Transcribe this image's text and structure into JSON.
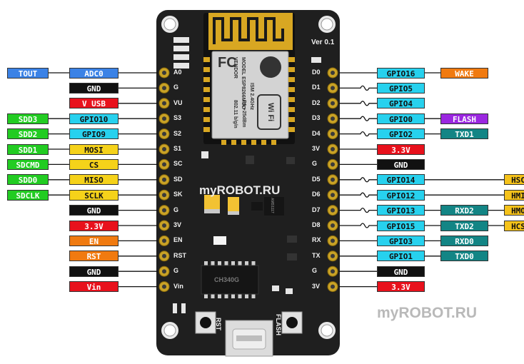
{
  "board": {
    "version": "Ver 0.1",
    "module_text_1": "MODEL ESP8266MOD",
    "module_text_2": "VENDOR",
    "module_text_3": "ISM 2.4GHz",
    "module_text_4": "PA +25dBm",
    "module_text_5": "802.11 b/g/n",
    "wifi_logo": "Wi Fi",
    "fc_logo": "FC",
    "chip_text": "CH340G",
    "regulator_text": "AMS1117",
    "rst_label": "RST",
    "flash_label": "FLASH"
  },
  "brand_on_board": "myROBOT.RU",
  "brand_bottom": "myROBOT.RU",
  "left_pins": [
    "A0",
    "G",
    "VU",
    "S3",
    "S2",
    "S1",
    "SC",
    "SD",
    "SK",
    "G",
    "3V",
    "EN",
    "RST",
    "G",
    "Vin"
  ],
  "right_pins": [
    "D0",
    "D1",
    "D2",
    "D3",
    "D4",
    "3V",
    "G",
    "D5",
    "D6",
    "D7",
    "D8",
    "RX",
    "TX",
    "G",
    "3V"
  ],
  "left_labels": [
    {
      "pin": 0,
      "outer": "TOUT",
      "outer_color": "#3b82e6",
      "inner": "ADC0",
      "inner_color": "#3b82e6"
    },
    {
      "pin": 1,
      "outer": "",
      "outer_color": "",
      "inner": "GND",
      "inner_color": "#111111"
    },
    {
      "pin": 2,
      "outer": "",
      "outer_color": "",
      "inner": "V USB",
      "inner_color": "#e8111c"
    },
    {
      "pin": 3,
      "outer": "SDD3",
      "outer_color": "#22cc22",
      "inner": "GPIO10",
      "inner_color": "#27d1ee"
    },
    {
      "pin": 4,
      "outer": "SDD2",
      "outer_color": "#22cc22",
      "inner": "GPIO9",
      "inner_color": "#27d1ee"
    },
    {
      "pin": 5,
      "outer": "SDD1",
      "outer_color": "#22cc22",
      "inner": "MOSI",
      "inner_color": "#f5d21a"
    },
    {
      "pin": 6,
      "outer": "SDCMD",
      "outer_color": "#22cc22",
      "inner": "CS",
      "inner_color": "#f5d21a"
    },
    {
      "pin": 7,
      "outer": "SDD0",
      "outer_color": "#22cc22",
      "inner": "MISO",
      "inner_color": "#f5d21a"
    },
    {
      "pin": 8,
      "outer": "SDCLK",
      "outer_color": "#22cc22",
      "inner": "SCLK",
      "inner_color": "#f5d21a"
    },
    {
      "pin": 9,
      "outer": "",
      "outer_color": "",
      "inner": "GND",
      "inner_color": "#111111"
    },
    {
      "pin": 10,
      "outer": "",
      "outer_color": "",
      "inner": "3.3V",
      "inner_color": "#e8111c"
    },
    {
      "pin": 11,
      "outer": "",
      "outer_color": "",
      "inner": "EN",
      "inner_color": "#f07a10"
    },
    {
      "pin": 12,
      "outer": "",
      "outer_color": "",
      "inner": "RST",
      "inner_color": "#f07a10"
    },
    {
      "pin": 13,
      "outer": "",
      "outer_color": "",
      "inner": "GND",
      "inner_color": "#111111"
    },
    {
      "pin": 14,
      "outer": "",
      "outer_color": "",
      "inner": "Vin",
      "inner_color": "#e8111c"
    }
  ],
  "right_labels": [
    {
      "pin": 0,
      "wavy": false,
      "a": "GPIO16",
      "a_color": "#27d1ee",
      "b": "WAKE",
      "b_color": "#f07a10",
      "c": "",
      "c_color": ""
    },
    {
      "pin": 1,
      "wavy": true,
      "a": "GPIO5",
      "a_color": "#27d1ee",
      "b": "",
      "b_color": "",
      "c": "",
      "c_color": ""
    },
    {
      "pin": 2,
      "wavy": true,
      "a": "GPIO4",
      "a_color": "#27d1ee",
      "b": "",
      "b_color": "",
      "c": "",
      "c_color": ""
    },
    {
      "pin": 3,
      "wavy": true,
      "a": "GPIO0",
      "a_color": "#27d1ee",
      "b": "FLASH",
      "b_color": "#9b27e0",
      "c": "",
      "c_color": ""
    },
    {
      "pin": 4,
      "wavy": true,
      "a": "GPIO2",
      "a_color": "#27d1ee",
      "b": "TXD1",
      "b_color": "#138585",
      "c": "",
      "c_color": ""
    },
    {
      "pin": 5,
      "wavy": false,
      "a": "3.3V",
      "a_color": "#e8111c",
      "b": "",
      "b_color": "",
      "c": "",
      "c_color": ""
    },
    {
      "pin": 6,
      "wavy": false,
      "a": "GND",
      "a_color": "#111111",
      "b": "",
      "b_color": "",
      "c": "",
      "c_color": ""
    },
    {
      "pin": 7,
      "wavy": true,
      "a": "GPIO14",
      "a_color": "#27d1ee",
      "b": "",
      "b_color": "",
      "c": "HSC",
      "c_color": "#f5c21a"
    },
    {
      "pin": 8,
      "wavy": true,
      "a": "GPIO12",
      "a_color": "#27d1ee",
      "b": "",
      "b_color": "",
      "c": "HMI",
      "c_color": "#f5c21a"
    },
    {
      "pin": 9,
      "wavy": true,
      "a": "GPIO13",
      "a_color": "#27d1ee",
      "b": "RXD2",
      "b_color": "#138585",
      "c": "HMO",
      "c_color": "#f5c21a"
    },
    {
      "pin": 10,
      "wavy": true,
      "a": "GPIO15",
      "a_color": "#27d1ee",
      "b": "TXD2",
      "b_color": "#138585",
      "c": "HCS",
      "c_color": "#f5c21a"
    },
    {
      "pin": 11,
      "wavy": false,
      "a": "GPIO3",
      "a_color": "#27d1ee",
      "b": "RXD0",
      "b_color": "#138585",
      "c": "",
      "c_color": ""
    },
    {
      "pin": 12,
      "wavy": false,
      "a": "GPIO1",
      "a_color": "#27d1ee",
      "b": "TXD0",
      "b_color": "#138585",
      "c": "",
      "c_color": ""
    },
    {
      "pin": 13,
      "wavy": false,
      "a": "GND",
      "a_color": "#111111",
      "b": "",
      "b_color": "",
      "c": "",
      "c_color": ""
    },
    {
      "pin": 14,
      "wavy": false,
      "a": "3.3V",
      "a_color": "#e8111c",
      "b": "",
      "b_color": "",
      "c": "",
      "c_color": ""
    }
  ]
}
